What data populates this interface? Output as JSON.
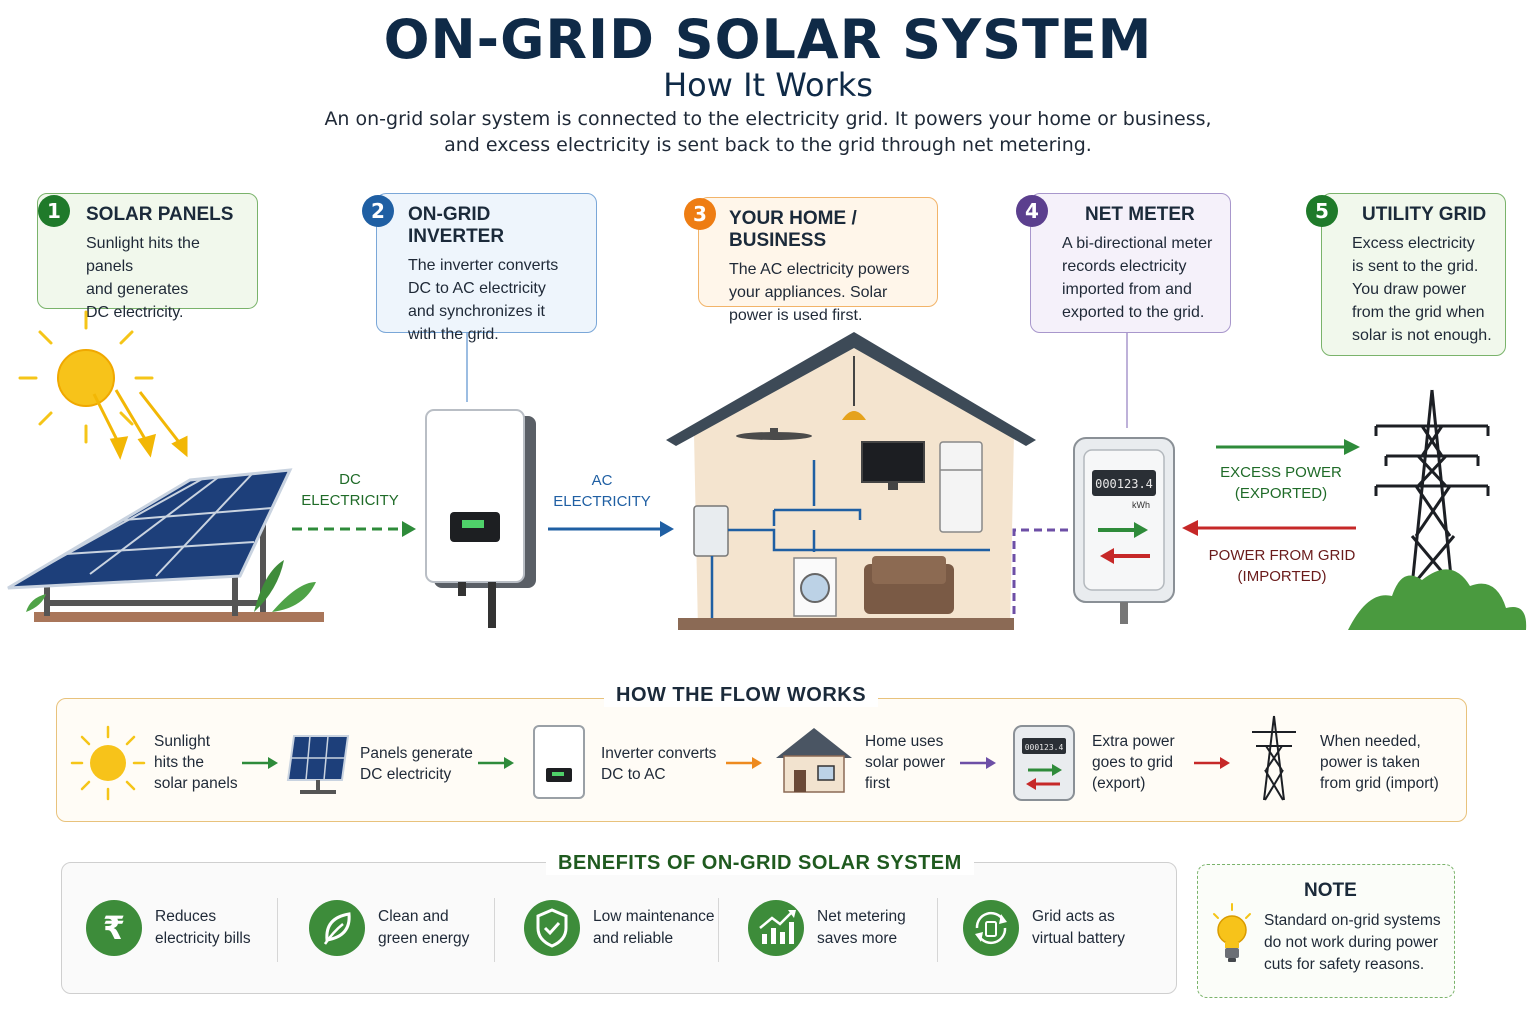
{
  "header": {
    "title": "ON-GRID SOLAR SYSTEM",
    "subtitle": "How It Works",
    "description_line1": "An on-grid solar system is connected to the electricity grid. It powers your home or business,",
    "description_line2": "and excess electricity is sent back to the grid through net metering."
  },
  "steps": [
    {
      "num": "1",
      "title": "SOLAR PANELS",
      "lines": [
        "Sunlight hits the panels",
        "and generates",
        "DC electricity."
      ],
      "color": "#2e7d32",
      "bg": "#f1f8ec"
    },
    {
      "num": "2",
      "title": "ON-GRID INVERTER",
      "lines": [
        "The inverter converts",
        "DC to AC electricity",
        "and synchronizes it",
        "with the grid."
      ],
      "color": "#1f5fa3",
      "bg": "#eef5fc"
    },
    {
      "num": "3",
      "title": "YOUR HOME / BUSINESS",
      "lines": [
        "The AC electricity powers",
        "your appliances. Solar",
        "power is used first."
      ],
      "color": "#ee7d13",
      "bg": "#fff6ea"
    },
    {
      "num": "4",
      "title": "NET METER",
      "lines": [
        "A bi-directional meter",
        "records electricity",
        "imported from and",
        "exported to the grid."
      ],
      "color": "#5b3f8e",
      "bg": "#f5f1fa"
    },
    {
      "num": "5",
      "title": "UTILITY GRID",
      "lines": [
        "Excess electricity",
        "is sent to the grid.",
        "You draw power",
        "from the grid when",
        "solar is not enough."
      ],
      "color": "#2e7d32",
      "bg": "#f1f8ec"
    }
  ],
  "flows": {
    "dc_line1": "DC",
    "dc_line2": "ELECTRICITY",
    "ac_line1": "AC",
    "ac_line2": "ELECTRICITY",
    "export_line1": "EXCESS POWER",
    "export_line2": "(EXPORTED)",
    "import_line1": "POWER FROM GRID",
    "import_line2": "(IMPORTED)"
  },
  "meter": {
    "reading": "000123.4",
    "unit": "kWh",
    "small_reading": "000123.4"
  },
  "how_flow": {
    "title": "HOW THE FLOW WORKS",
    "items": [
      {
        "lines": [
          "Sunlight",
          "hits the",
          "solar panels"
        ]
      },
      {
        "lines": [
          "Panels generate",
          "DC electricity"
        ]
      },
      {
        "lines": [
          "Inverter converts",
          "DC to AC"
        ]
      },
      {
        "lines": [
          "Home uses",
          "solar power",
          "first"
        ]
      },
      {
        "lines": [
          "Extra power",
          "goes to grid",
          "(export)"
        ]
      },
      {
        "lines": [
          "When needed,",
          "power is taken",
          "from grid (import)"
        ]
      }
    ],
    "arrow_colors": [
      "#2e8b3a",
      "#2e8b3a",
      "#ee8a1e",
      "#6d4fa6",
      "#c62828"
    ]
  },
  "benefits": {
    "title": "BENEFITS OF ON-GRID SOLAR SYSTEM",
    "items": [
      {
        "icon": "rupee-icon",
        "symbol": "₹",
        "lines": [
          "Reduces",
          "electricity bills"
        ]
      },
      {
        "icon": "leaf-icon",
        "lines": [
          "Clean and",
          "green energy"
        ]
      },
      {
        "icon": "shield-check-icon",
        "lines": [
          "Low maintenance",
          "and reliable"
        ]
      },
      {
        "icon": "growth-chart-icon",
        "lines": [
          "Net metering",
          "saves more"
        ]
      },
      {
        "icon": "battery-cycle-icon",
        "lines": [
          "Grid acts as",
          "virtual battery"
        ]
      }
    ]
  },
  "note": {
    "title": "NOTE",
    "lines": [
      "Standard on-grid systems",
      "do not work during power",
      "cuts for safety reasons."
    ]
  },
  "colors": {
    "navy": "#0f2a47",
    "green": "#2e7d32",
    "blue": "#1f5fa3",
    "orange": "#ee7d13",
    "purple": "#5b3f8e",
    "red": "#c62828",
    "dark_green_text": "#1f5a1f"
  }
}
